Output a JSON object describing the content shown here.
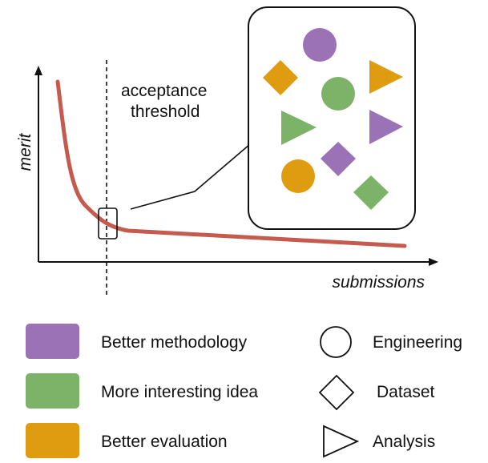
{
  "diagram": {
    "y_axis_label": "merit",
    "x_axis_label": "submissions",
    "threshold_label_line1": "acceptance",
    "threshold_label_line2": "threshold"
  },
  "legend": {
    "colors": [
      {
        "label": "Better methodology",
        "color": "#9b72b5"
      },
      {
        "label": "More interesting idea",
        "color": "#7cb369"
      },
      {
        "label": "Better evaluation",
        "color": "#e09c10"
      }
    ],
    "shapes": [
      {
        "label": "Engineering",
        "shape": "circle-icon"
      },
      {
        "label": "Dataset",
        "shape": "diamond-icon"
      },
      {
        "label": "Analysis",
        "shape": "triangle-icon"
      }
    ]
  },
  "colors": {
    "curve": "#c55a4f",
    "purple": "#9b72b5",
    "green": "#7cb369",
    "orange": "#e09c10",
    "stroke": "#111111"
  }
}
